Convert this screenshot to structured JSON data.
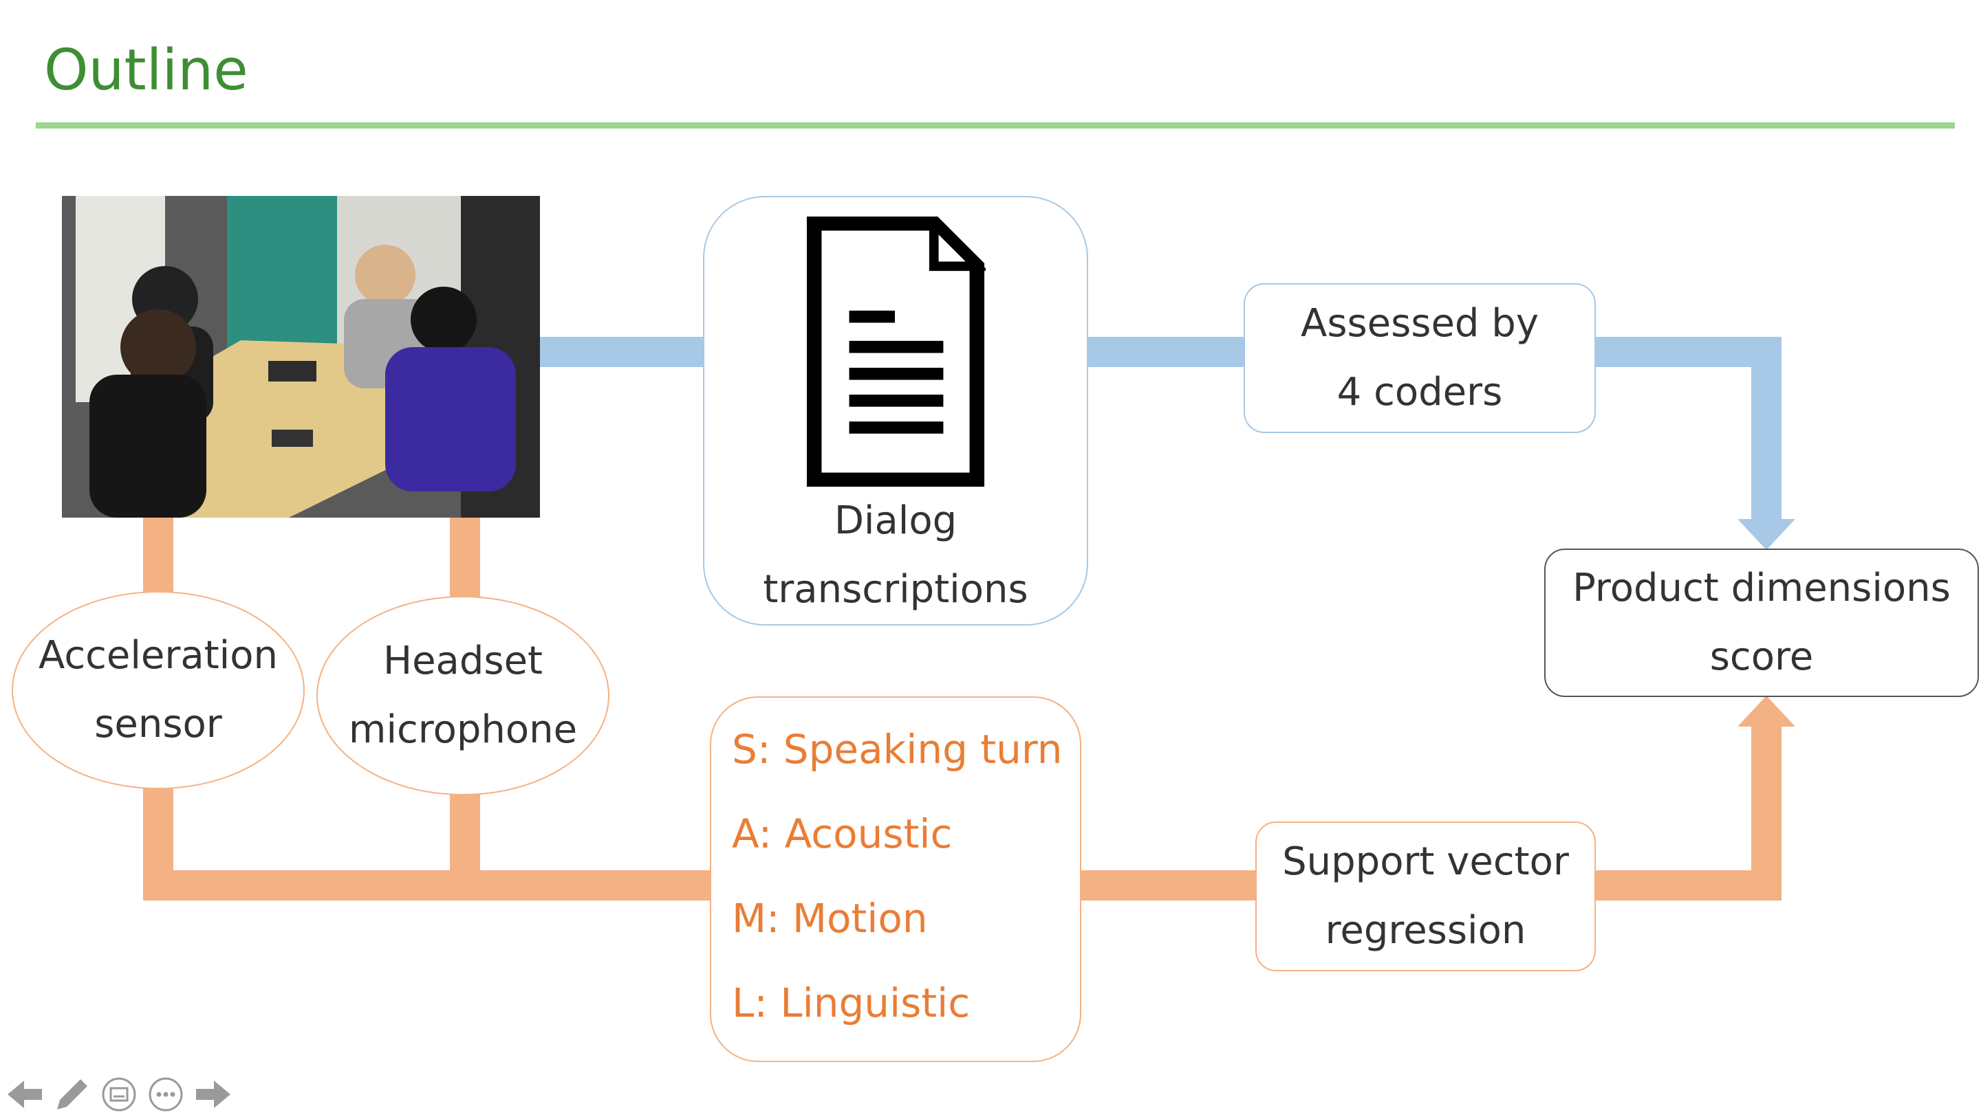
{
  "slide": {
    "title": "Outline"
  },
  "nodes": {
    "dialog": {
      "line1": "Dialog",
      "line2": "transcriptions"
    },
    "assessed": {
      "line1": "Assessed by",
      "line2": "4 coders"
    },
    "product": {
      "line1": "Product dimensions",
      "line2": "score"
    },
    "acceleration": {
      "line1": "Acceleration",
      "line2": "sensor"
    },
    "headset": {
      "line1": "Headset",
      "line2": "microphone"
    },
    "svr": {
      "line1": "Support vector",
      "line2": "regression"
    }
  },
  "features": [
    "S: Speaking turn",
    "A: Acoustic",
    "M: Motion",
    "L: Linguistic"
  ],
  "toolbar": [
    "arrow-left-icon",
    "pen-icon",
    "subtitles-icon",
    "more-icon",
    "arrow-right-icon"
  ],
  "colors": {
    "title": "#3e8e34",
    "rule": "#9fd58f",
    "blue_flow": "#a7c8e6",
    "orange_flow": "#f4b183",
    "feature_text": "#ea7d35"
  }
}
